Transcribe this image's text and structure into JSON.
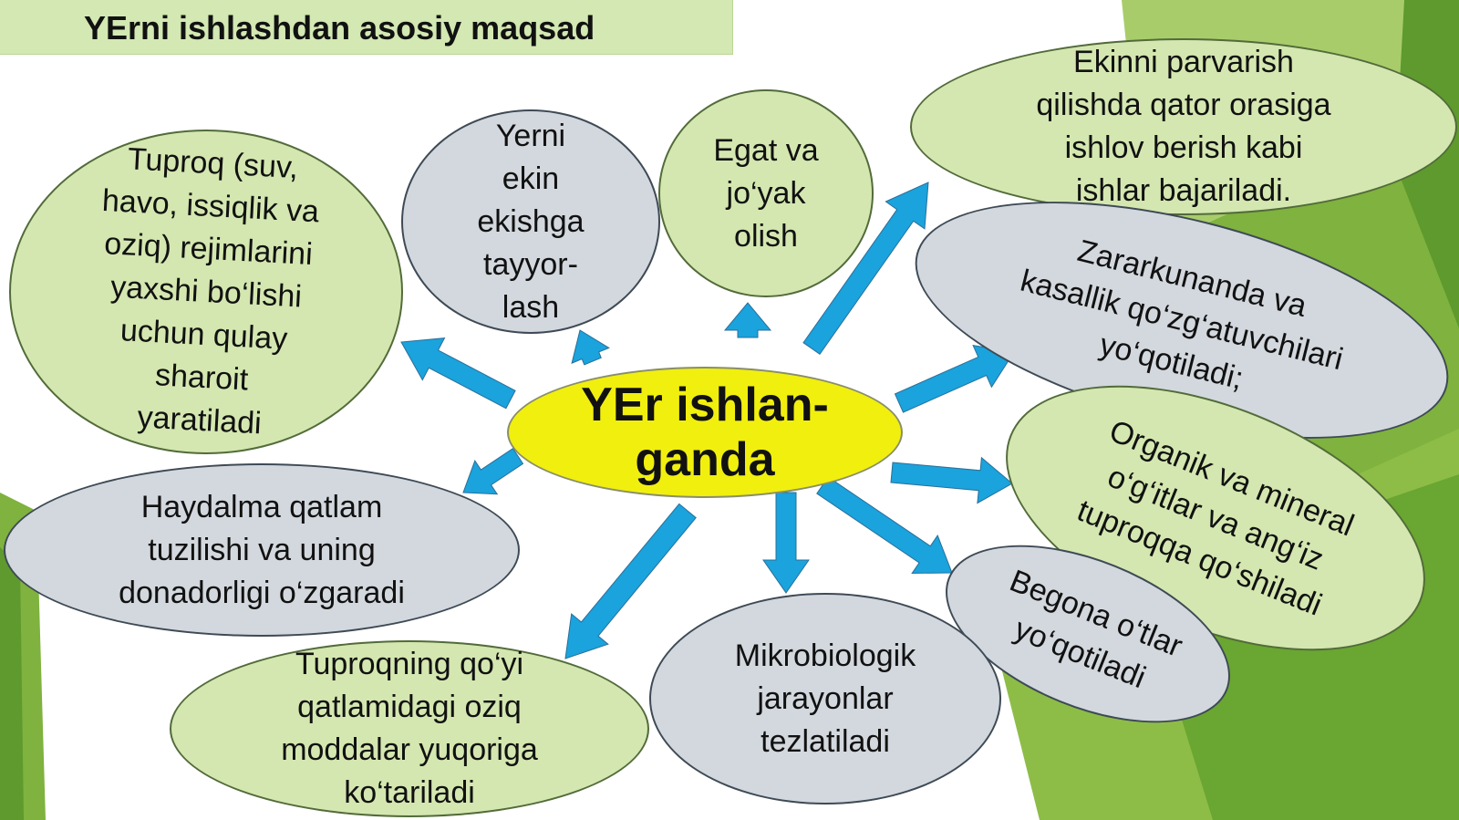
{
  "title": "YErni ishlashdan asosiy maqsad",
  "colors": {
    "center_fill": "#f1ef0e",
    "green_node": "#d4e7b0",
    "grey_node": "#d3d8de",
    "arrow": "#1aa3dc",
    "background_green": "#7fb23e"
  },
  "center": "YEr ishlan-\nganda",
  "nodes": {
    "n1": "Tuproq (suv,\nhavo, issiqlik va\noziq) rejimlarini\nyaxshi bo‘lishi\nuchun qulay\nsharoit\nyaratiladi",
    "n2": "Yerni\nekin\nekishga\ntayyor-\nlash",
    "n3": "Egat va\njo‘yak\nolish",
    "n4": "Ekinni parvarish\nqilishda qator orasiga\nishlov berish kabi\nishlar bajariladi.",
    "n5": "Zararkunanda va\nkasallik qo‘zg‘atuvchilari\nyo‘qotiladi;",
    "n6": "Organik va mineral\no‘g‘itlar va ang‘iz\ntuproqqa qo‘shiladi",
    "n7": "Begona o‘tlar\nyo‘qotiladi",
    "n8": "Mikrobiologik\njarayonlar\ntezlatiladi",
    "n9": "Tuproqning qo‘yi\nqatlamidagi oziq\nmoddalar yuqoriga\nko‘tariladi",
    "n10": "Haydalma qatlam\ntuzilishi va uning\ndonadorligi o‘zgaradi"
  }
}
